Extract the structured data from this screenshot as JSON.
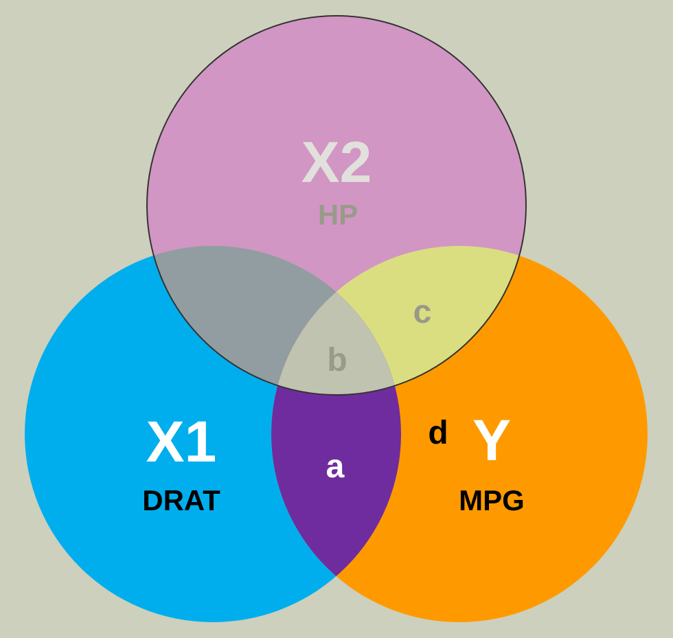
{
  "diagram": {
    "sets": [
      {
        "id": "x1",
        "symbol": "X1",
        "name": "DRAT",
        "fill": "#00aeee"
      },
      {
        "id": "y",
        "symbol": "Y",
        "name": "MPG",
        "fill": "#fe9a00"
      },
      {
        "id": "x2",
        "symbol": "X2",
        "name": "HP",
        "fill": "#d196c3"
      }
    ],
    "regions": {
      "a": {
        "label": "a",
        "fill": "#6f2c9e",
        "text_color": "#ffffff"
      },
      "b": {
        "label": "b",
        "fill": "#c1c3b1",
        "text_color": "#999a8a"
      },
      "c": {
        "label": "c",
        "fill": "#dade80",
        "text_color": "#99998a"
      },
      "d": {
        "label": "d",
        "text_color": "#000000"
      },
      "x1_x2": {
        "fill": "#919da0"
      }
    },
    "colors": {
      "background": "#cdd0bc",
      "x2_symbol": "#e2e0dc",
      "x2_name": "#999a8a",
      "x1_symbol": "#ffffff",
      "y_symbol": "#ffffff",
      "set_name": "#000000",
      "outline": "#333333"
    }
  }
}
